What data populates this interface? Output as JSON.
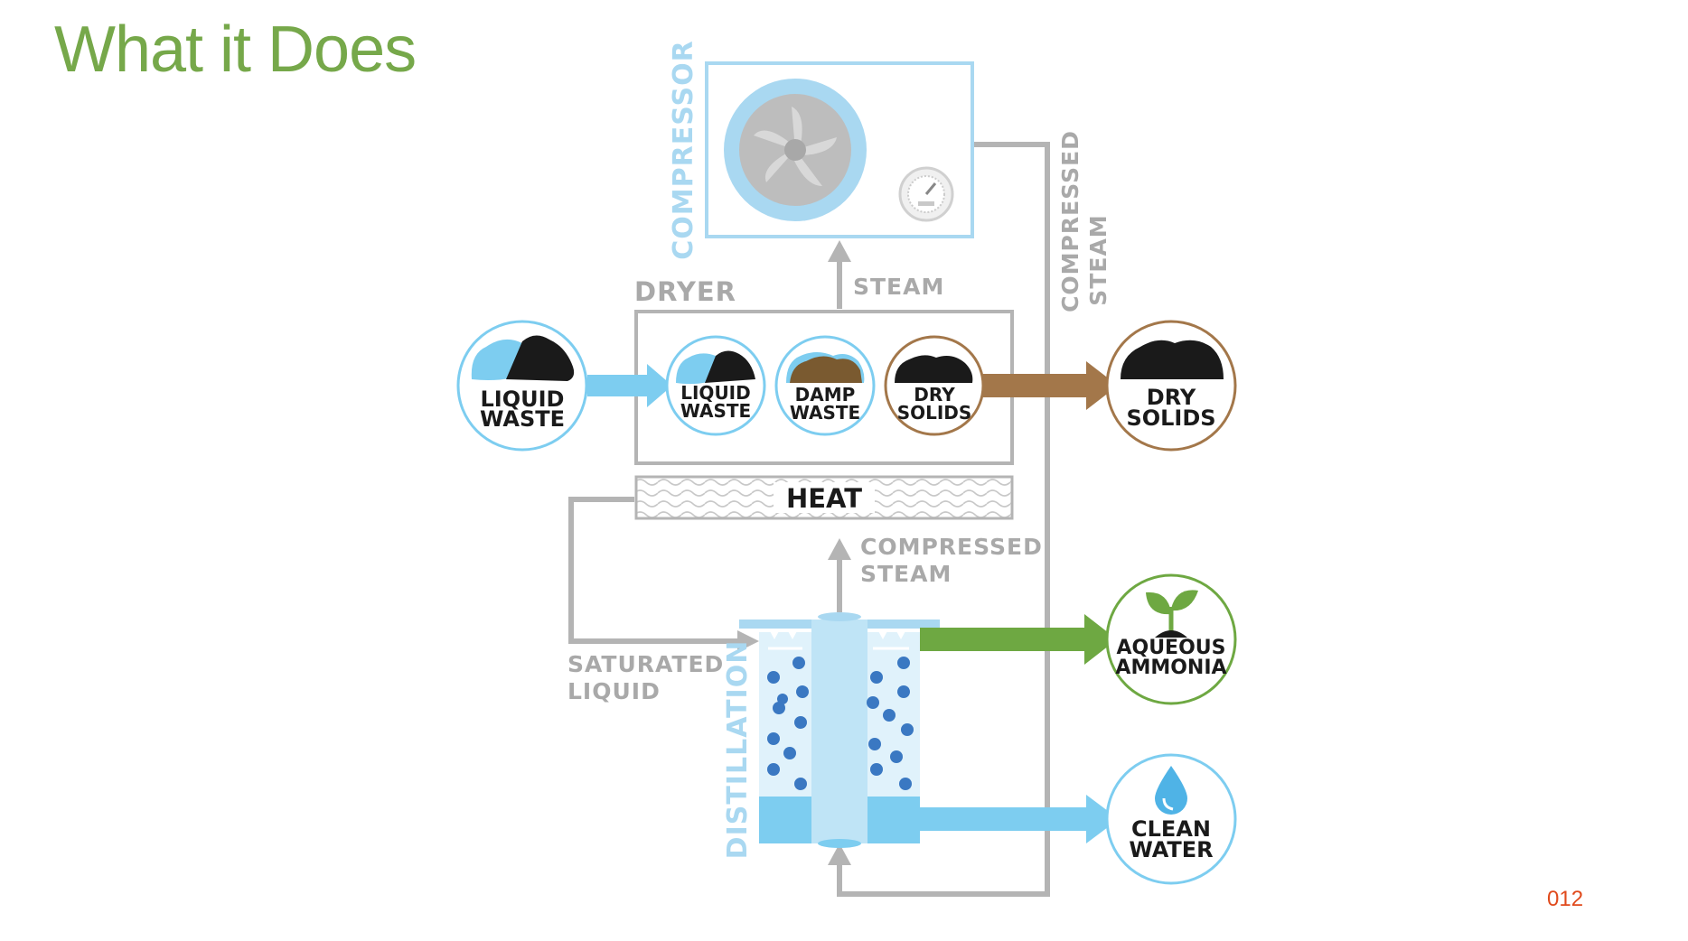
{
  "slide": {
    "title": "What it Does",
    "page_number": "012"
  },
  "labels": {
    "compressor": "COMPRESSOR",
    "compressed_steam_right_1": "COMPRESSED",
    "compressed_steam_right_2": "STEAM",
    "steam": "STEAM",
    "dryer": "DRYER",
    "heat": "HEAT",
    "compressed_steam_mid_1": "COMPRESSED",
    "compressed_steam_mid_2": "STEAM",
    "saturated_liquid_1": "SATURATED",
    "saturated_liquid_2": "LIQUID",
    "distillation": "DISTILLATION"
  },
  "nodes": {
    "liquid_waste_in": {
      "line1": "LIQUID",
      "line2": "WASTE"
    },
    "dryer_liquid_waste": {
      "line1": "LIQUID",
      "line2": "WASTE"
    },
    "dryer_damp_waste": {
      "line1": "DAMP",
      "line2": "WASTE"
    },
    "dryer_dry_solids": {
      "line1": "DRY",
      "line2": "SOLIDS"
    },
    "dry_solids_out": {
      "line1": "DRY",
      "line2": "SOLIDS"
    },
    "aqueous_ammonia_out": {
      "line1": "AQUEOUS",
      "line2": "AMMONIA"
    },
    "clean_water_out": {
      "line1": "CLEAN",
      "line2": "WATER"
    }
  },
  "colors": {
    "title_green": "#76a84a",
    "page_number": "#e04a1c",
    "flow_gray": "#a9a9a9",
    "light_blue": "#a9d8f1",
    "water_blue": "#7dcdf0",
    "solids_brown": "#a3774a",
    "ammonia_green": "#6ea842",
    "droplet_blue": "#3a78c2"
  },
  "icons": [
    "fan-icon",
    "gauge-icon",
    "waste-pile-icon",
    "sprout-icon",
    "water-drop-icon"
  ]
}
